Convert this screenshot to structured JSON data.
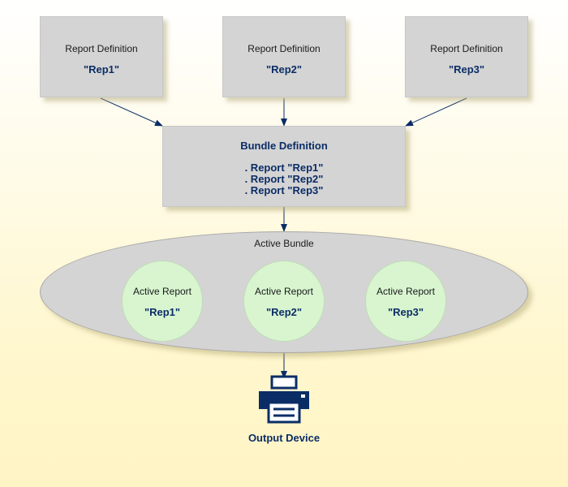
{
  "report_definitions": [
    {
      "label": "Report Definition",
      "name": "\"Rep1\""
    },
    {
      "label": "Report Definition",
      "name": "\"Rep2\""
    },
    {
      "label": "Report Definition",
      "name": "\"Rep3\""
    }
  ],
  "bundle_definition": {
    "title": "Bundle Definition",
    "items": [
      ". Report \"Rep1\"",
      ". Report \"Rep2\"",
      ". Report \"Rep3\""
    ]
  },
  "active_bundle": {
    "label": "Active Bundle",
    "reports": [
      {
        "label": "Active Report",
        "name": "\"Rep1\""
      },
      {
        "label": "Active Report",
        "name": "\"Rep2\""
      },
      {
        "label": "Active Report",
        "name": "\"Rep3\""
      }
    ]
  },
  "output_device": {
    "label": "Output Device",
    "icon": "printer-icon"
  },
  "colors": {
    "box_fill": "#d4d4d4",
    "active_report_fill": "#d8f5d0",
    "name_text": "#0b2d66",
    "arrow": "#0b2d66"
  }
}
